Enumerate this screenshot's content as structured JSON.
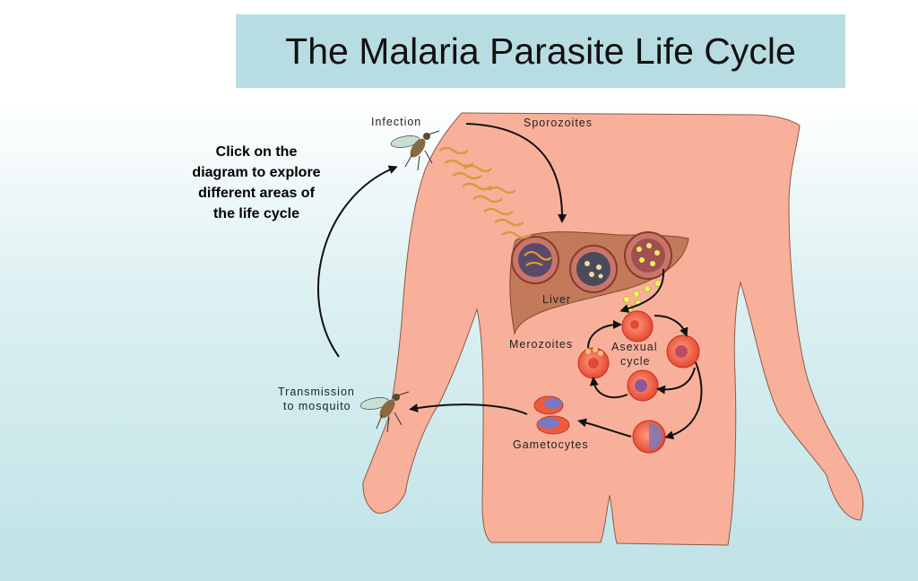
{
  "title": "The Malaria Parasite Life Cycle",
  "instructions": [
    "Click on the",
    "diagram to explore",
    "different areas of",
    "the life cycle"
  ],
  "labels": {
    "infection": "Infection",
    "sporozoites": "Sporozoites",
    "liver": "Liver",
    "merozoites": "Merozoites",
    "asexual_line1": "Asexual",
    "asexual_line2": "cycle",
    "transmission_line1": "Transmission",
    "transmission_line2": "to mosquito",
    "gametocytes": "Gametocytes"
  },
  "colors": {
    "title_bg": "#b7dde2",
    "skin": "#f9b09a",
    "liver": "#c27a5a",
    "cell": "#f26a4e",
    "gametocyte": "#7a78c0"
  }
}
